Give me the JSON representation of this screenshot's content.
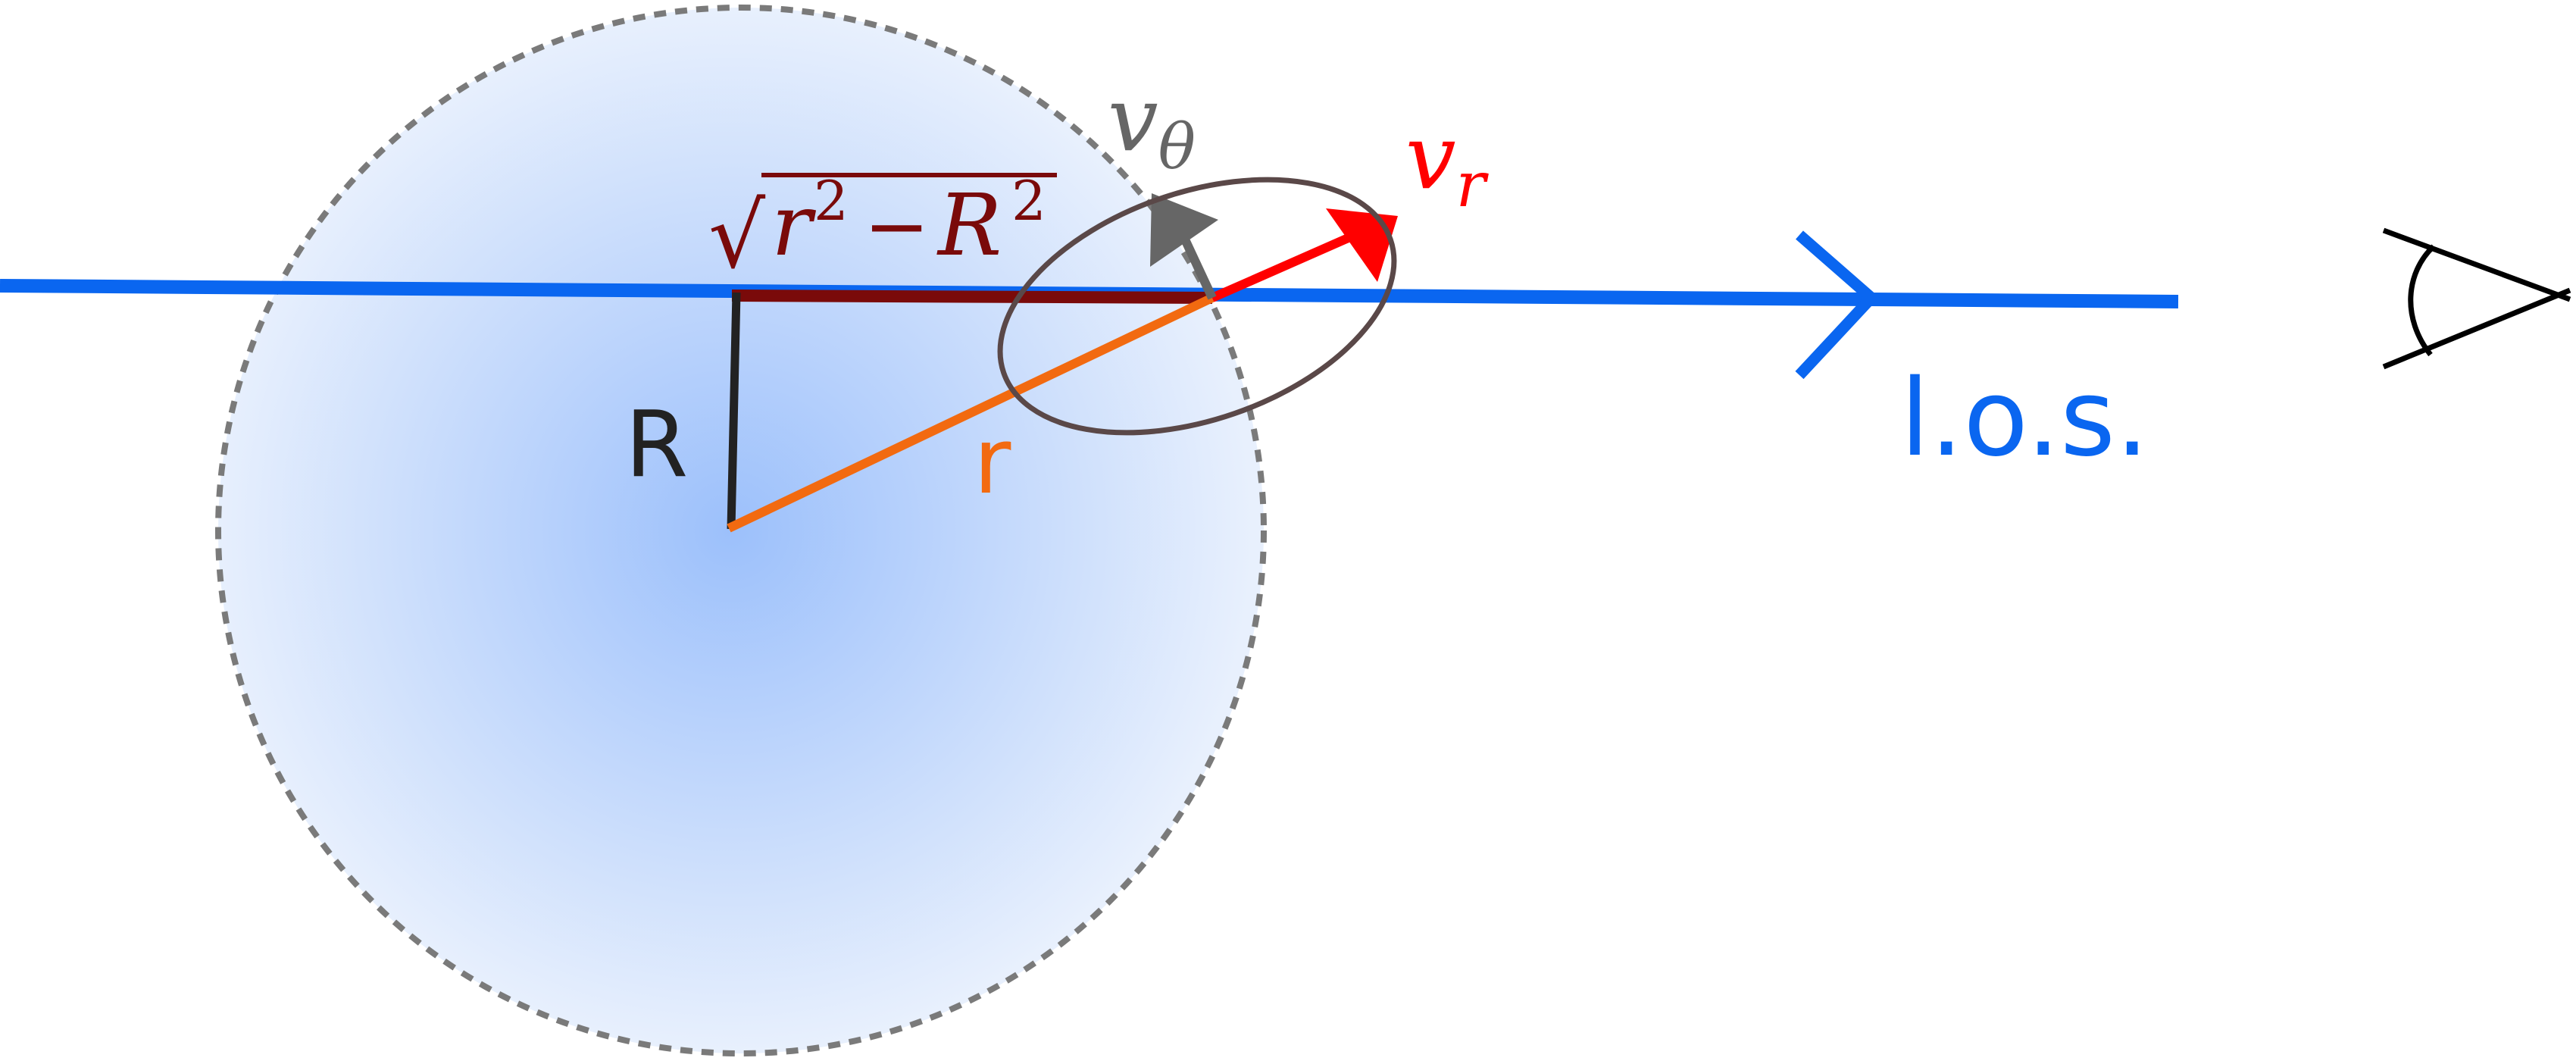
{
  "labels": {
    "R": "R",
    "r": "r",
    "los": "l.o.s.",
    "v_theta_base": "v",
    "v_theta_sub": "θ",
    "v_r_base": "v",
    "v_r_sub": "r",
    "sqrt_r": "r",
    "sqrt_exp1": "2",
    "sqrt_minus": "−",
    "sqrt_R": "R",
    "sqrt_exp2": "2",
    "sqrt_sign": "√"
  },
  "colors": {
    "los_line": "#0a66f0",
    "sphere_center": "#9cc0fb",
    "sphere_edge": "#e8f0fd",
    "sphere_outline": "#7a7a7a",
    "radius_line": "#f26a10",
    "impact_line": "#222222",
    "chord_line": "#7a0a0a",
    "v_r_arrow": "#ff0000",
    "v_theta_arrow": "#666666",
    "ellipse": "#5a4848",
    "eye": "#000000"
  },
  "icons": {
    "observer": "eye-icon"
  }
}
